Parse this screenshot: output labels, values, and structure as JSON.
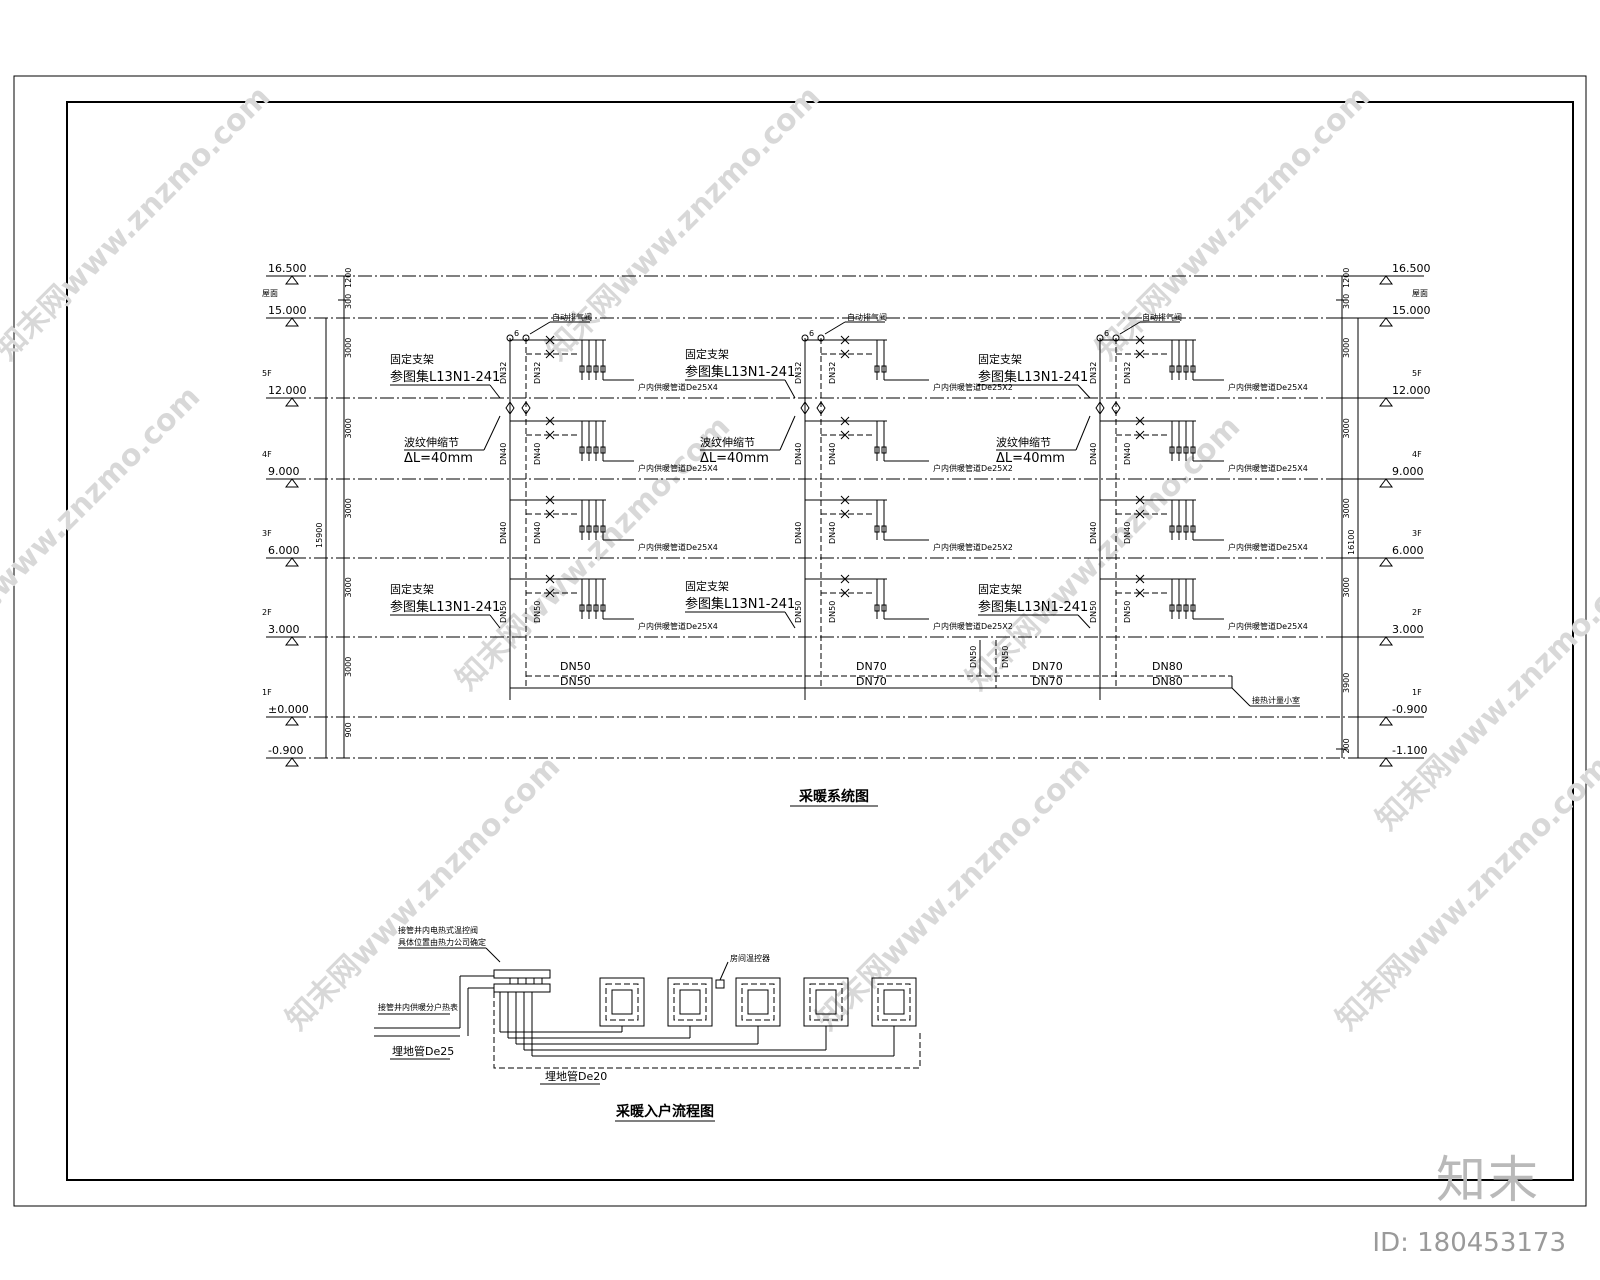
{
  "system_title": "采暖系统图",
  "flow_title": "采暖入户流程图",
  "levels": [
    {
      "elev": "16.500",
      "floor": ""
    },
    {
      "elev": "15.000",
      "floor": "屋面"
    },
    {
      "elev": "12.000",
      "floor": "5F"
    },
    {
      "elev": "9.000",
      "floor": "4F"
    },
    {
      "elev": "6.000",
      "floor": "3F"
    },
    {
      "elev": "3.000",
      "floor": "2F"
    },
    {
      "elev": "±0.000",
      "floor": "1F"
    },
    {
      "elev": "-0.900",
      "floor": ""
    }
  ],
  "right_levels": [
    {
      "elev": "16.500",
      "floor": ""
    },
    {
      "elev": "15.000",
      "floor": "屋面"
    },
    {
      "elev": "12.000",
      "floor": "5F"
    },
    {
      "elev": "9.000",
      "floor": "4F"
    },
    {
      "elev": "6.000",
      "floor": "3F"
    },
    {
      "elev": "3.000",
      "floor": "2F"
    },
    {
      "elev": "-0.900",
      "floor": "1F"
    },
    {
      "elev": "-1.100",
      "floor": ""
    }
  ],
  "left_dims": [
    "1200",
    "300",
    "3000",
    "3000",
    "3000",
    "3000",
    "3000",
    "900"
  ],
  "left_total": "15900",
  "right_dims": [
    "1200",
    "300",
    "3000",
    "3000",
    "3000",
    "3000",
    "3900",
    "200"
  ],
  "right_total": "16100",
  "annotations": {
    "air_vent": "自动排气阀",
    "fixed_support": "固定支架",
    "ref_atlas": "参图集L13N1-241",
    "bellows": "波纹伸缩节",
    "delta_l": "ΔL=40mm",
    "branch_x4": "户内供暖管道De25X4",
    "branch_x2": "户内供暖管道De25X2",
    "meter_room": "接热计量小室",
    "valve_6": "6"
  },
  "riser_sizes": [
    "DN32",
    "DN40",
    "DN40",
    "DN50"
  ],
  "mains": {
    "seg1": "DN50",
    "seg2": "DN70",
    "seg3": "DN70",
    "seg4": "DN80",
    "drop": "DN50"
  },
  "flow": {
    "note1": "接管井内电热式温控阀",
    "note2": "具体位置由热力公司确定",
    "note3": "接管井内供暖分户热表",
    "thermostat": "房间温控器",
    "pipe_main": "埋地管De25",
    "pipe_coil": "埋地管De20"
  },
  "watermark": "知末网www.znzmo.com",
  "brand": "知末",
  "image_id": "ID: 180453173"
}
